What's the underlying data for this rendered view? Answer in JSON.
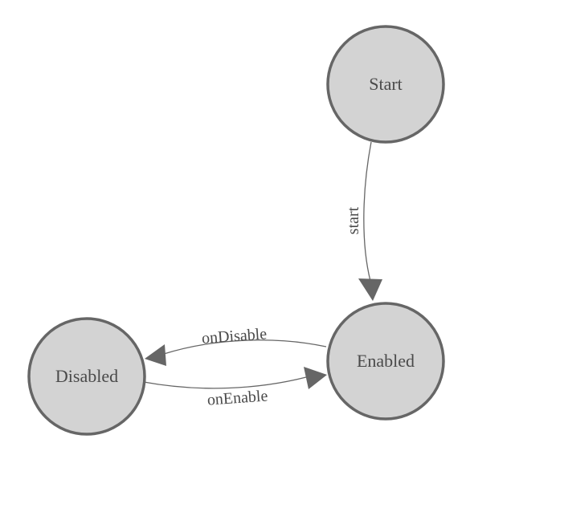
{
  "diagram": {
    "type": "state-machine",
    "nodes": [
      {
        "id": "start",
        "label": "Start"
      },
      {
        "id": "enabled",
        "label": "Enabled"
      },
      {
        "id": "disabled",
        "label": "Disabled"
      }
    ],
    "edges": [
      {
        "from": "Start",
        "to": "Enabled",
        "label": "start"
      },
      {
        "from": "Enabled",
        "to": "Disabled",
        "label": "onDisable"
      },
      {
        "from": "Disabled",
        "to": "Enabled",
        "label": "onEnable"
      }
    ],
    "colors": {
      "background": "#ffffff",
      "node_fill": "#d3d3d3",
      "node_border": "#666666",
      "edge": "#666666",
      "label_text": "#4a4a4a"
    }
  }
}
